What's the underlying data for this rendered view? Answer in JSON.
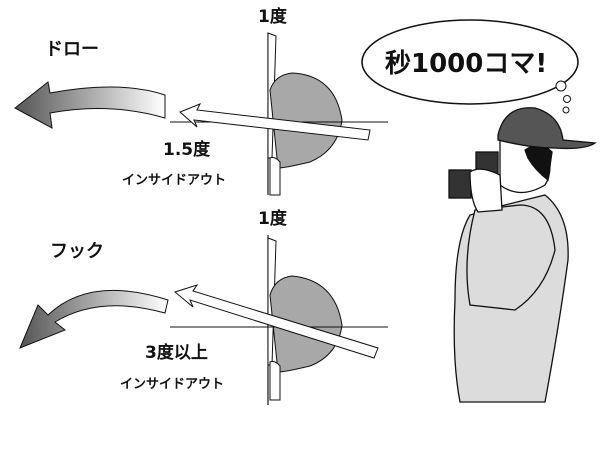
{
  "top_diagram": {
    "face_angle": "1度",
    "shot_name": "ドロー",
    "path_angle": "1.5度",
    "path_type": "インサイドアウト"
  },
  "bottom_diagram": {
    "face_angle": "1度",
    "shot_name": "フック",
    "path_angle": "3度以上",
    "path_type": "インサイドアウト"
  },
  "speech_bubble": {
    "text": "秒1000コマ!"
  },
  "colors": {
    "clubhead": "#a8a8a8",
    "jacket": "#dcdcdc",
    "cap": "#555555",
    "line": "#111111"
  }
}
